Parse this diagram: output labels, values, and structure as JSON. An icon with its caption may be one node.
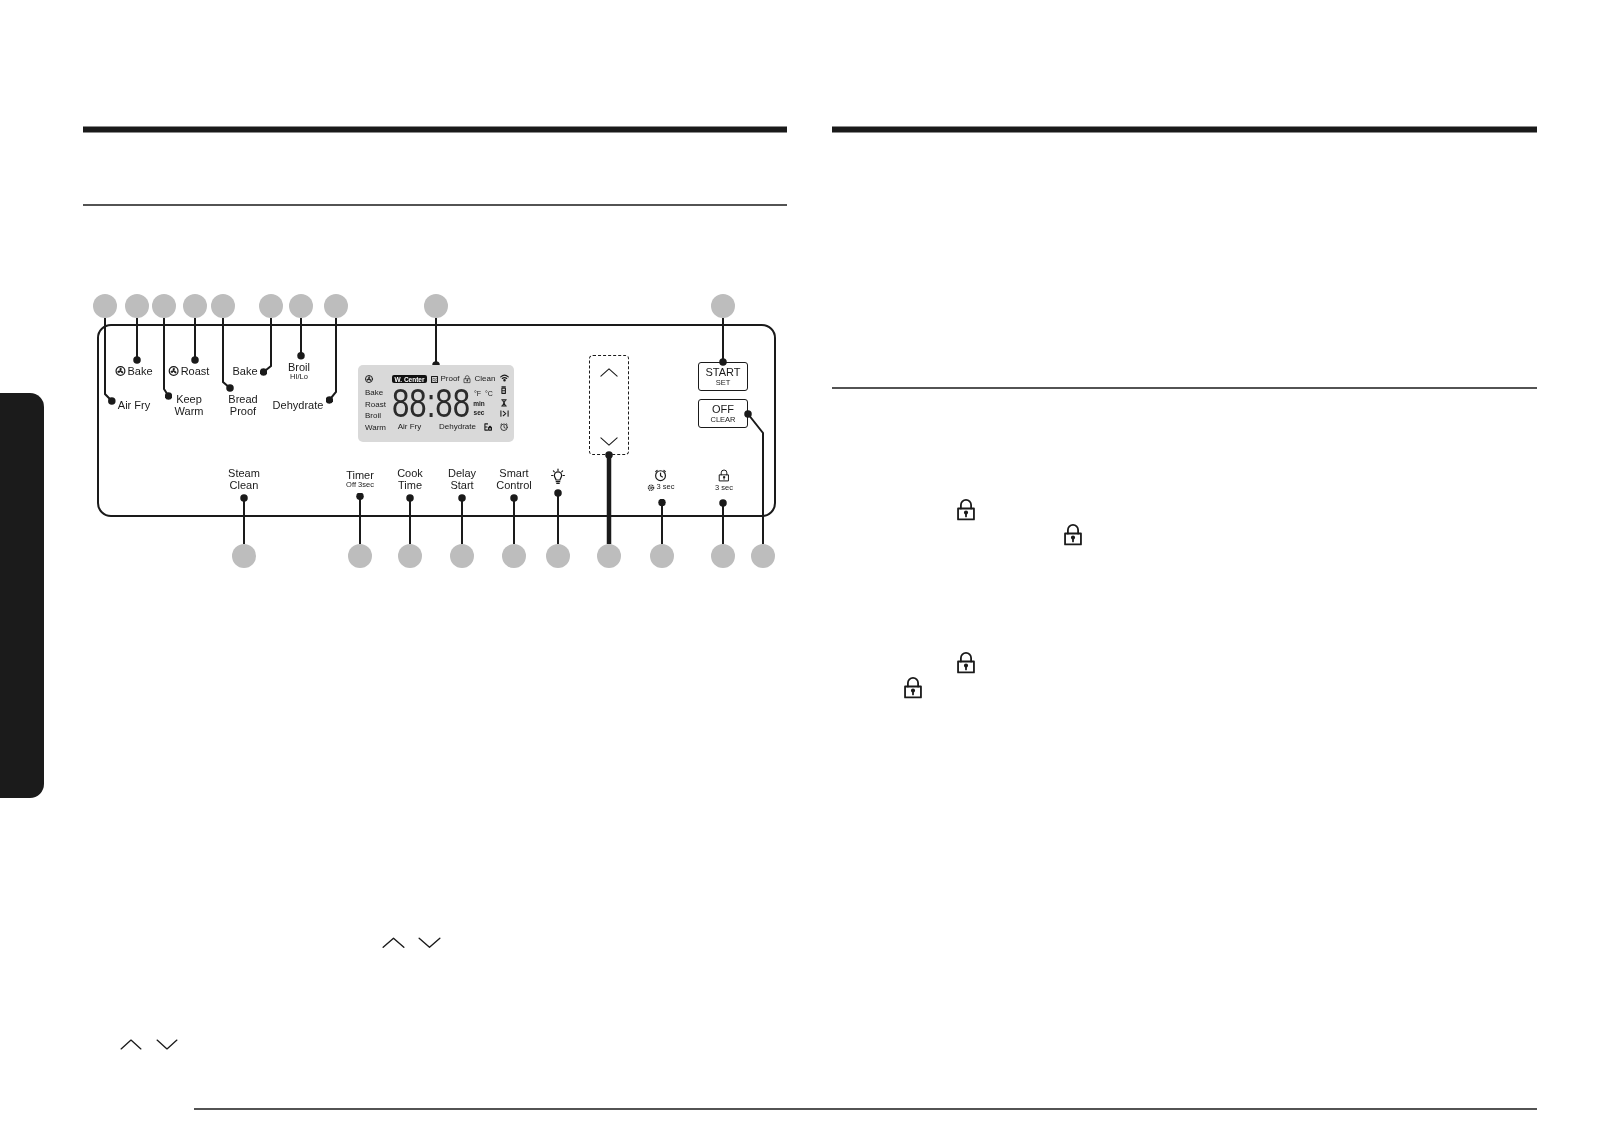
{
  "diagram": {
    "nodes": [
      {
        "text": [],
        "shape": "circle"
      },
      {
        "text": [],
        "shape": "circle"
      },
      {
        "text": [],
        "shape": "circle"
      },
      {
        "text": [],
        "shape": "circle"
      },
      {
        "text": [],
        "shape": "circle"
      },
      {
        "text": [],
        "shape": "circle"
      },
      {
        "text": [],
        "shape": "circle"
      },
      {
        "text": [],
        "shape": "circle"
      },
      {
        "text": [],
        "shape": "circle"
      },
      {
        "text": [],
        "shape": "circle"
      },
      {
        "text": [],
        "shape": "box"
      },
      {
        "text": [
          "Air Fry"
        ],
        "in": 10
      },
      {
        "text": [
          "Bake"
        ],
        "in": 10
      },
      {
        "text": [
          "Keep Warm"
        ],
        "in": 10
      },
      {
        "text": [
          "Roast"
        ],
        "in": 10
      },
      {
        "text": [
          "Bread Proof"
        ],
        "in": 10
      },
      {
        "text": [
          "Bake"
        ],
        "in": 10
      },
      {
        "text": [
          "Broil",
          "HI/Lo"
        ],
        "in": 10
      },
      {
        "text": [
          "Dehydrate"
        ],
        "in": 10
      },
      {
        "text": [
          "W. Center",
          "Proof",
          "Clean",
          "Bake",
          "88:88",
          "°F",
          "°C",
          "Roast",
          "min",
          "Broil",
          "sec",
          "Warm",
          "Air Fry",
          "Dehydrate"
        ],
        "in": 10
      },
      {
        "text": [],
        "shape": "box",
        "in": 10
      },
      {
        "text": [
          "START",
          "SET"
        ],
        "in": 10
      },
      {
        "text": [
          "OFF",
          "CLEAR"
        ],
        "in": 10
      },
      {
        "text": [
          "Steam Clean"
        ],
        "in": 10
      },
      {
        "text": [
          "Timer",
          "Off 3sec"
        ],
        "in": 10
      },
      {
        "text": [
          "Cook Time"
        ],
        "in": 10
      },
      {
        "text": [
          "Delay Start"
        ],
        "in": 10
      },
      {
        "text": [
          "Smart Control"
        ],
        "in": 10
      },
      {
        "text": [],
        "shape": "picture",
        "in": 10
      },
      {
        "text": [
          "3 sec"
        ],
        "in": 10
      },
      {
        "text": [
          "3 sec"
        ],
        "in": 10
      },
      {
        "text": [],
        "shape": "circle"
      },
      {
        "text": [],
        "shape": "circle"
      },
      {
        "text": [],
        "shape": "circle"
      },
      {
        "text": [],
        "shape": "circle"
      },
      {
        "text": [],
        "shape": "circle"
      },
      {
        "text": [],
        "shape": "circle"
      },
      {
        "text": [],
        "shape": "circle"
      },
      {
        "text": [],
        "shape": "circle"
      },
      {
        "text": [],
        "shape": "circle"
      },
      {
        "text": [],
        "shape": "circle"
      },
      {
        "text": [],
        "shape": "bar"
      }
    ],
    "edges": [
      {
        "from": 0,
        "to": 11,
        "arrow": "other"
      },
      {
        "from": 1,
        "to": 12,
        "arrow": "other"
      },
      {
        "from": 2,
        "to": 13,
        "arrow": "other"
      },
      {
        "from": 3,
        "to": 14,
        "arrow": "other"
      },
      {
        "from": 4,
        "to": 15,
        "arrow": "other"
      },
      {
        "from": 5,
        "to": 16,
        "arrow": "other"
      },
      {
        "from": 6,
        "to": 17,
        "arrow": "other"
      },
      {
        "from": 7,
        "to": 18,
        "arrow": "other"
      },
      {
        "from": 8,
        "to": 19,
        "arrow": "other"
      },
      {
        "from": 9,
        "to": 21,
        "arrow": "other"
      },
      {
        "from": 31,
        "to": 23,
        "arrow": "other"
      },
      {
        "from": 32,
        "to": 24,
        "arrow": "other"
      },
      {
        "from": 33,
        "to": 25,
        "arrow": "other"
      },
      {
        "from": 34,
        "to": 26,
        "arrow": "other"
      },
      {
        "from": 35,
        "to": 27,
        "arrow": "other"
      },
      {
        "from": 36,
        "to": 28,
        "arrow": "other"
      },
      {
        "from": 37,
        "to": 20,
        "arrow": "other",
        "style": "thick"
      },
      {
        "from": 38,
        "to": 29,
        "arrow": "other"
      },
      {
        "from": 39,
        "to": 30,
        "arrow": "other"
      },
      {
        "from": 40,
        "to": 22,
        "arrow": "other"
      }
    ]
  }
}
